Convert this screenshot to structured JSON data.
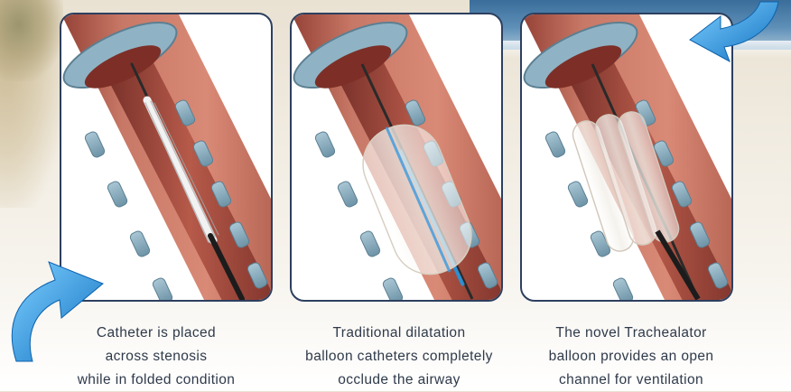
{
  "panels": [
    {
      "stage": "folded",
      "caption_lines": [
        "Catheter is placed",
        "across stenosis",
        "while in folded condition"
      ]
    },
    {
      "stage": "traditional",
      "caption_lines": [
        "Traditional dilatation",
        "balloon catheters completely",
        "occlude the airway"
      ]
    },
    {
      "stage": "trachealator",
      "caption_lines": [
        "The novel Trachealator",
        "balloon provides an open",
        "channel for ventilation"
      ]
    }
  ],
  "colors": {
    "panel_border": "#2d3f5f",
    "airway_wall": "#c7725f",
    "airway_lumen": "#a0443a",
    "cartilage_ring": "#7fa6b8",
    "arrow_blue": "#1f9ae0",
    "caption_text": "#2f3a4a"
  },
  "icons": [
    "curved-arrow-icon",
    "curved-arrow-icon"
  ]
}
